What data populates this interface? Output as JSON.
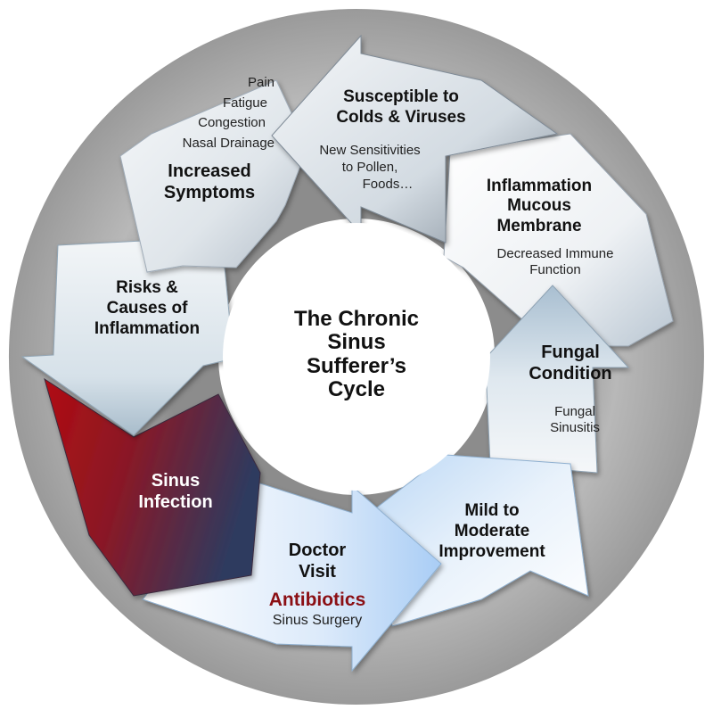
{
  "diagram": {
    "center_title_lines": [
      "The Chronic",
      "Sinus",
      "Sufferer’s",
      "Cycle"
    ],
    "segments": {
      "susceptible": {
        "title_lines": [
          "Susceptible to",
          "Colds & Viruses"
        ],
        "detail_lines": [
          "New Sensitivities",
          "to Pollen,",
          "Foods…"
        ]
      },
      "inflammation": {
        "title_lines": [
          "Inflammation",
          "Mucous",
          "Membrane"
        ],
        "detail_lines": [
          "Decreased Immune",
          "Function"
        ]
      },
      "fungal": {
        "title_lines": [
          "Fungal",
          "Condition"
        ],
        "detail_lines": [
          "Fungal",
          "Sinusitis"
        ]
      },
      "improvement": {
        "title_lines": [
          "Mild to",
          "Moderate",
          "Improvement"
        ]
      },
      "doctor": {
        "title_lines": [
          "Doctor",
          "Visit"
        ],
        "highlight": "Antibiotics",
        "detail": "Sinus Surgery"
      },
      "infection": {
        "title_lines": [
          "Sinus",
          "Infection"
        ]
      },
      "risks": {
        "title_lines": [
          "Risks &",
          "Causes of",
          "Inflammation"
        ]
      },
      "symptoms": {
        "list": [
          "Pain",
          "Fatigue",
          "Congestion",
          "Nasal Drainage"
        ],
        "title_lines": [
          "Increased",
          "Symptoms"
        ]
      }
    },
    "colors": {
      "ring_gray": "#b4b4b4",
      "infection_red": "#b00d12",
      "infection_navy": "#2f3a5e",
      "antibiotics_red": "#8b0f14",
      "doctor_blue": "#a9cdf5"
    }
  }
}
